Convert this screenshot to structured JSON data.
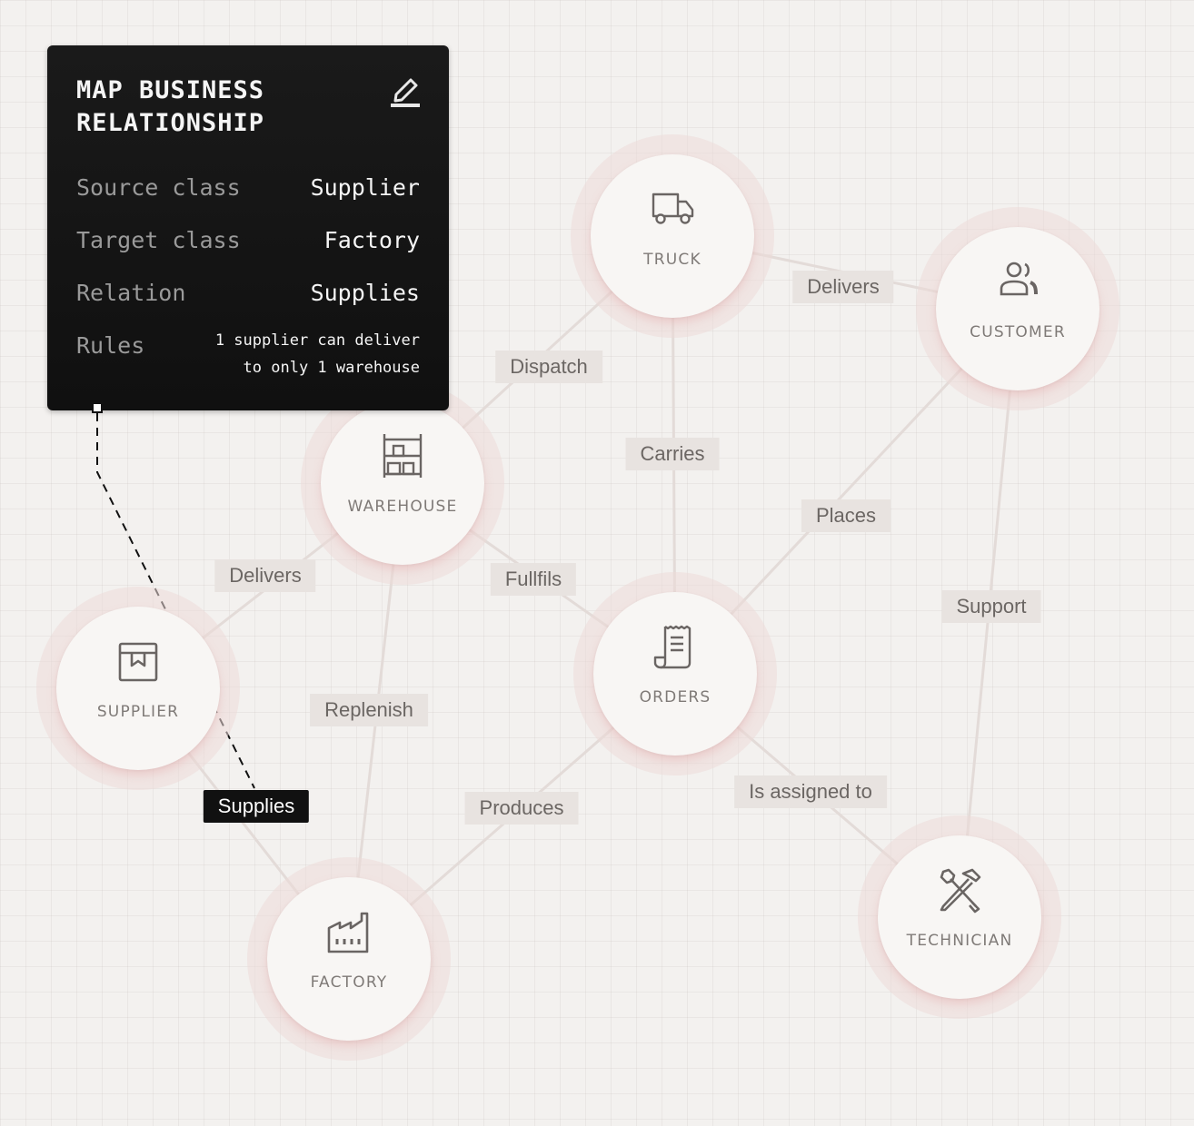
{
  "panel": {
    "title": "MAP BUSINESS RELATIONSHIP",
    "edit_icon": "edit-pencil-icon",
    "rows": [
      {
        "key": "Source class",
        "value": "Supplier"
      },
      {
        "key": "Target class",
        "value": "Factory"
      },
      {
        "key": "Relation",
        "value": "Supplies"
      },
      {
        "key": "Rules",
        "value_line1": "1 supplier can deliver",
        "value_line2": "to only 1 warehouse"
      }
    ]
  },
  "nodes": {
    "truck": {
      "label": "TRUCK",
      "icon": "truck-icon"
    },
    "customer": {
      "label": "CUSTOMER",
      "icon": "customers-icon"
    },
    "warehouse": {
      "label": "WAREHOUSE",
      "icon": "warehouse-shelves-icon"
    },
    "orders": {
      "label": "ORDERS",
      "icon": "receipt-icon"
    },
    "supplier": {
      "label": "SUPPLIER",
      "icon": "package-box-icon"
    },
    "factory": {
      "label": "FACTORY",
      "icon": "factory-icon"
    },
    "technician": {
      "label": "TECHNICIAN",
      "icon": "tools-icon"
    }
  },
  "edges": {
    "truck_customer": "Delivers",
    "warehouse_truck": "Dispatch",
    "truck_orders": "Carries",
    "orders_customer": "Places",
    "warehouse_orders": "Fullfils",
    "supplier_warehouse": "Delivers",
    "technician_customer": "Support",
    "warehouse_factory": "Replenish",
    "supplier_factory": "Supplies",
    "factory_orders": "Produces",
    "orders_technician": "Is assigned to"
  },
  "colors": {
    "panel_bg": "#141414",
    "selected_label_bg": "#111111",
    "label_bg": "#e8e3e0",
    "halo": "#ecdad8"
  }
}
